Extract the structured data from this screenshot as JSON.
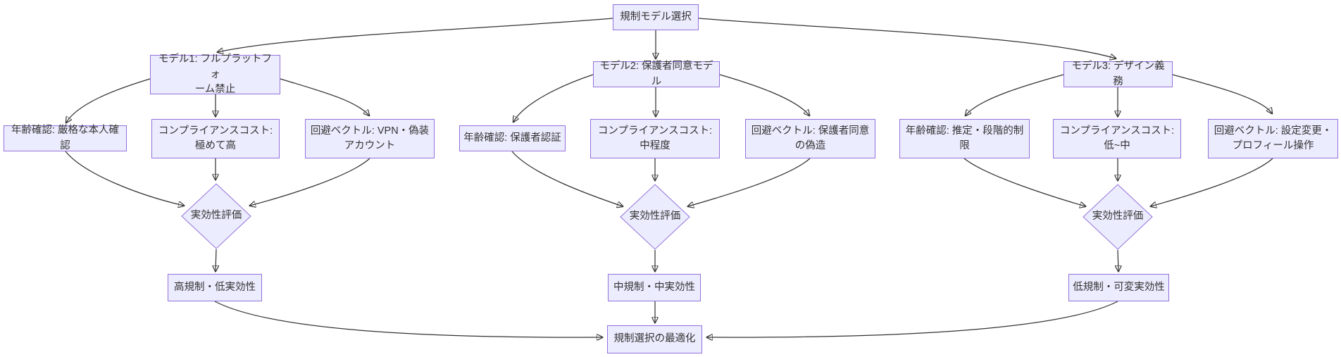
{
  "diagram": {
    "type": "flowchart",
    "direction": "top-down",
    "colors": {
      "node_fill": "#ECECFF",
      "node_border": "#9370DB",
      "text": "#333333",
      "edge": "#333333"
    },
    "nodes": {
      "root": {
        "label": "規制モデル選択",
        "shape": "rect"
      },
      "model1": {
        "label": "モデル1: フルプラットフォ\nーム禁止",
        "shape": "rect"
      },
      "model2": {
        "label": "モデル2: 保護者同意モデル",
        "shape": "rect"
      },
      "model3": {
        "label": "モデル3: デザイン義務",
        "shape": "rect"
      },
      "m1_age": {
        "label": "年齢確認: 厳格な本人確認",
        "shape": "rect"
      },
      "m1_cost": {
        "label": "コンプライアンスコスト:\n極めて高",
        "shape": "rect"
      },
      "m1_evasion": {
        "label": "回避ベクトル: VPN・偽装\nアカウント",
        "shape": "rect"
      },
      "m2_age": {
        "label": "年齢確認: 保護者認証",
        "shape": "rect"
      },
      "m2_cost": {
        "label": "コンプライアンスコスト:\n中程度",
        "shape": "rect"
      },
      "m2_evasion": {
        "label": "回避ベクトル: 保護者同意\nの偽造",
        "shape": "rect"
      },
      "m3_age": {
        "label": "年齢確認: 推定・段階的制\n限",
        "shape": "rect"
      },
      "m3_cost": {
        "label": "コンプライアンスコスト:\n低~中",
        "shape": "rect"
      },
      "m3_evasion": {
        "label": "回避ベクトル: 設定変更・\nプロフィール操作",
        "shape": "rect"
      },
      "eval1": {
        "label": "実効性評価",
        "shape": "diamond"
      },
      "eval2": {
        "label": "実効性評価",
        "shape": "diamond"
      },
      "eval3": {
        "label": "実効性評価",
        "shape": "diamond"
      },
      "result1": {
        "label": "高規制・低実効性",
        "shape": "rect"
      },
      "result2": {
        "label": "中規制・中実効性",
        "shape": "rect"
      },
      "result3": {
        "label": "低規制・可変実効性",
        "shape": "rect"
      },
      "final": {
        "label": "規制選択の最適化",
        "shape": "rect"
      }
    },
    "edges": [
      {
        "from": "root",
        "to": "model1"
      },
      {
        "from": "root",
        "to": "model2"
      },
      {
        "from": "root",
        "to": "model3"
      },
      {
        "from": "model1",
        "to": "m1_age"
      },
      {
        "from": "model1",
        "to": "m1_cost"
      },
      {
        "from": "model1",
        "to": "m1_evasion"
      },
      {
        "from": "model2",
        "to": "m2_age"
      },
      {
        "from": "model2",
        "to": "m2_cost"
      },
      {
        "from": "model2",
        "to": "m2_evasion"
      },
      {
        "from": "model3",
        "to": "m3_age"
      },
      {
        "from": "model3",
        "to": "m3_cost"
      },
      {
        "from": "model3",
        "to": "m3_evasion"
      },
      {
        "from": "m1_age",
        "to": "eval1"
      },
      {
        "from": "m1_cost",
        "to": "eval1"
      },
      {
        "from": "m1_evasion",
        "to": "eval1"
      },
      {
        "from": "m2_age",
        "to": "eval2"
      },
      {
        "from": "m2_cost",
        "to": "eval2"
      },
      {
        "from": "m2_evasion",
        "to": "eval2"
      },
      {
        "from": "m3_age",
        "to": "eval3"
      },
      {
        "from": "m3_cost",
        "to": "eval3"
      },
      {
        "from": "m3_evasion",
        "to": "eval3"
      },
      {
        "from": "eval1",
        "to": "result1"
      },
      {
        "from": "eval2",
        "to": "result2"
      },
      {
        "from": "eval3",
        "to": "result3"
      },
      {
        "from": "result1",
        "to": "final"
      },
      {
        "from": "result2",
        "to": "final"
      },
      {
        "from": "result3",
        "to": "final"
      }
    ]
  }
}
